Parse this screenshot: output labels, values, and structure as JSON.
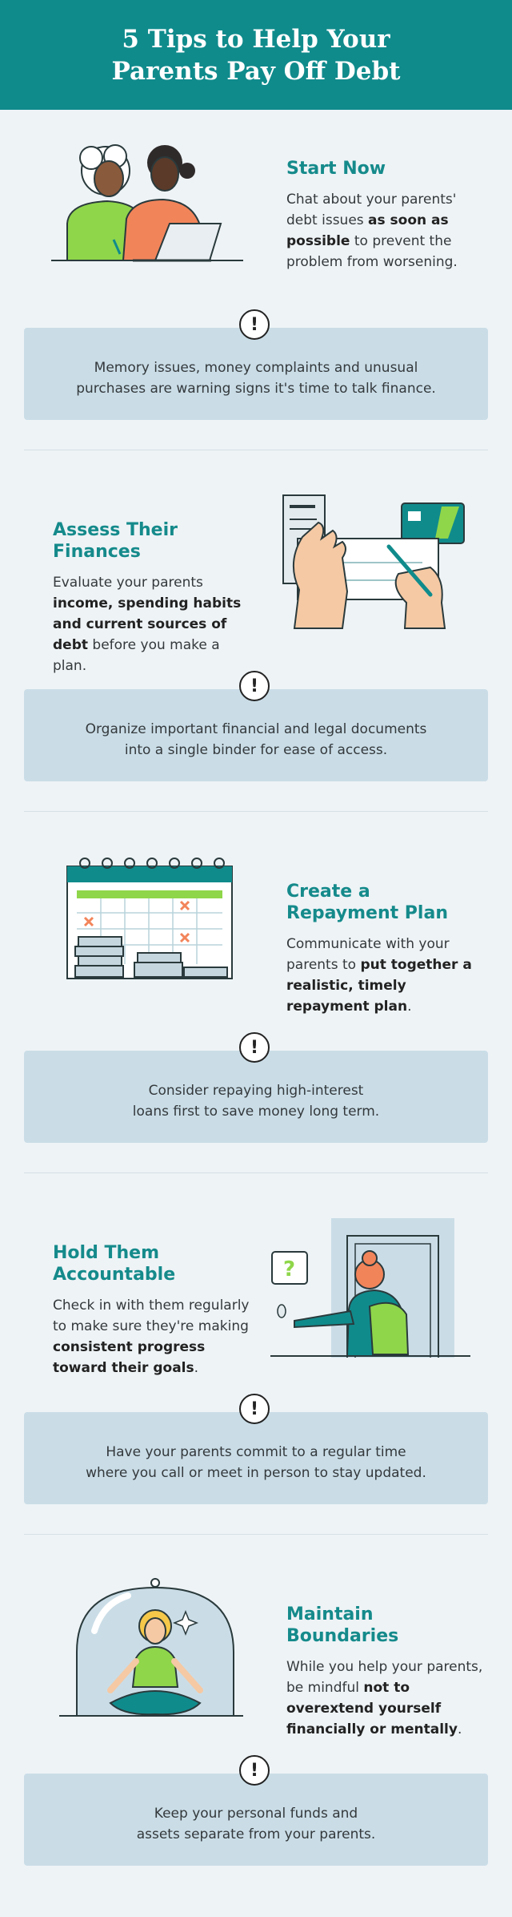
{
  "header": {
    "title_line1": "5 Tips to Help Your",
    "title_line2": "Parents Pay Off Debt"
  },
  "alert_symbol": "!",
  "tips": [
    {
      "heading": [
        "Start Now"
      ],
      "body": [
        {
          "t": "Chat about your parents' debt issues ",
          "b": false
        },
        {
          "t": "as soon as possible",
          "b": true
        },
        {
          "t": " to prevent the problem from worsening.",
          "b": false
        }
      ],
      "note": [
        "Memory issues, money complaints and unusual",
        "purchases are warning signs it's time to talk finance."
      ],
      "illustration": "parents-at-laptop"
    },
    {
      "heading": [
        "Assess Their",
        "Finances"
      ],
      "body": [
        {
          "t": "Evaluate your parents ",
          "b": false
        },
        {
          "t": "income, spending habits and current sources of debt",
          "b": true
        },
        {
          "t": " before you make a plan.",
          "b": false
        }
      ],
      "note": [
        "Organize important financial and legal documents",
        "into a single binder for ease of access."
      ],
      "illustration": "hands-writing-check"
    },
    {
      "heading": [
        "Create a",
        "Repayment Plan"
      ],
      "body": [
        {
          "t": "Communicate with your parents to ",
          "b": false
        },
        {
          "t": "put together a realistic, timely repayment plan",
          "b": true
        },
        {
          "t": ".",
          "b": false
        }
      ],
      "note": [
        "Consider repaying high-interest",
        "loans first to save money long term."
      ],
      "illustration": "calendar-and-coins"
    },
    {
      "heading": [
        "Hold Them",
        "Accountable"
      ],
      "body": [
        {
          "t": "Check in with them regularly to make sure they're making ",
          "b": false
        },
        {
          "t": "consistent progress toward their goals",
          "b": true
        },
        {
          "t": ".",
          "b": false
        }
      ],
      "note": [
        "Have your parents commit to a regular time",
        "where you call or meet in person to stay updated."
      ],
      "illustration": "person-ringing-doorbell"
    },
    {
      "heading": [
        "Maintain",
        "Boundaries"
      ],
      "body": [
        {
          "t": "While you help your parents, be mindful ",
          "b": false
        },
        {
          "t": "not to overextend yourself financially or mentally",
          "b": true
        },
        {
          "t": ".",
          "b": false
        }
      ],
      "note": [
        "Keep your personal funds and",
        "assets separate from your parents."
      ],
      "illustration": "meditating-under-dome"
    }
  ]
}
